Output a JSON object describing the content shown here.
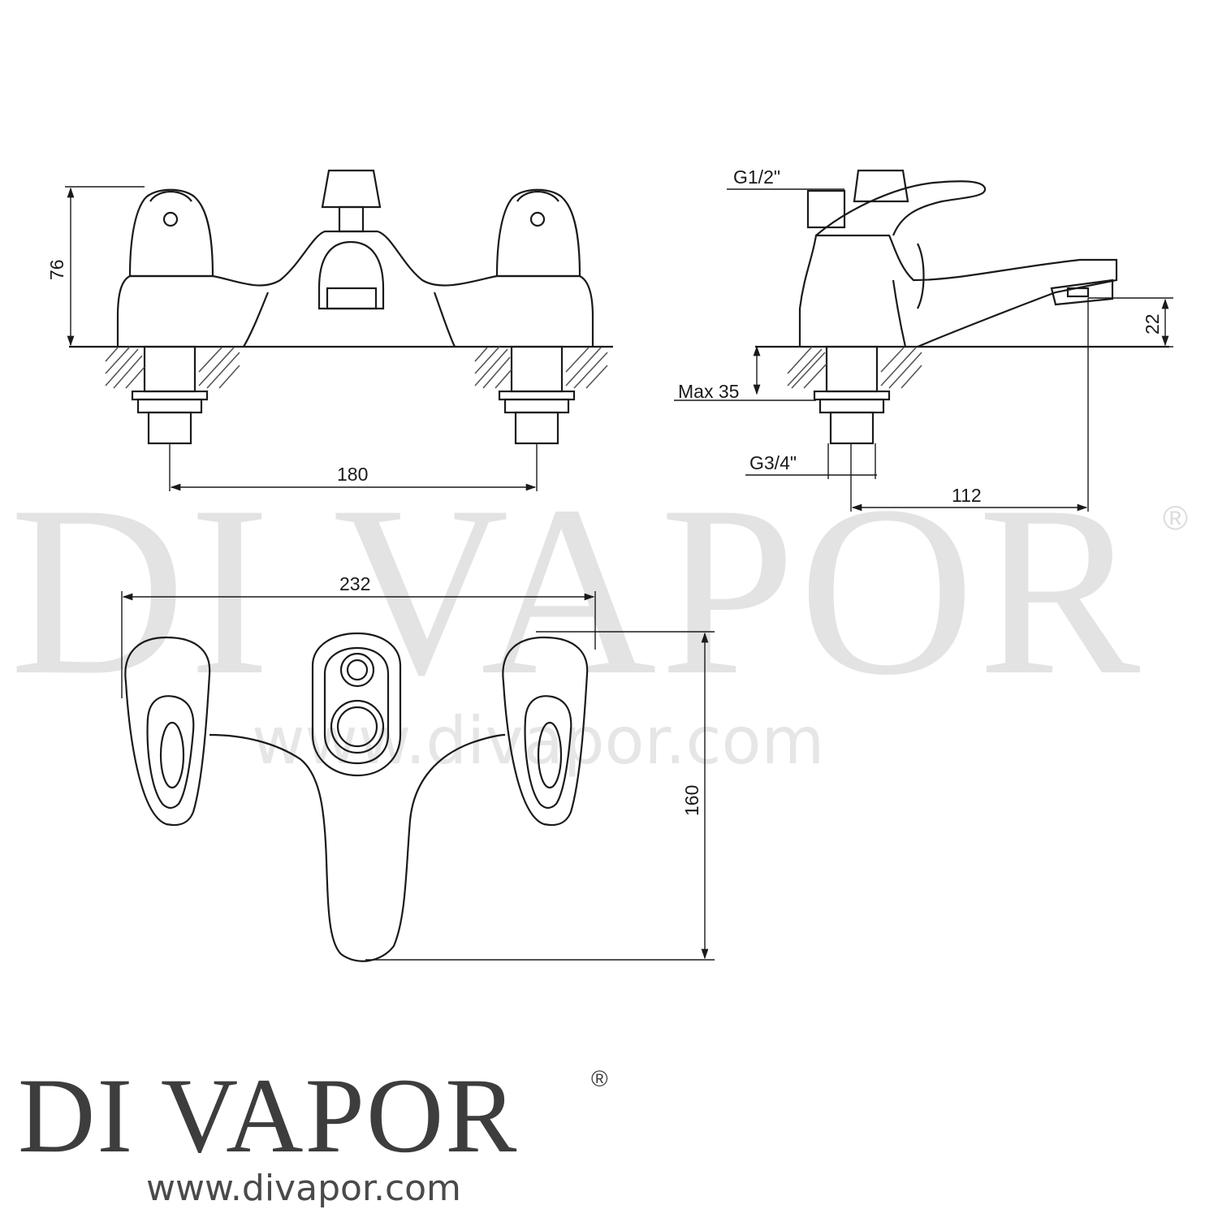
{
  "watermark": {
    "brand": "DI VAPOR",
    "registered": "®",
    "url": "www.divapor.com"
  },
  "dimensions": {
    "height": "76",
    "spacing": "180",
    "width": "232",
    "depth": "160",
    "inlet_thread": "G1/2\"",
    "deck_thickness": "Max 35",
    "outlet_thread": "G3/4\"",
    "spout_height": "22",
    "spout_reach": "112"
  },
  "footer": {
    "brand": "DI VAPOR",
    "registered": "®",
    "url": "www.divapor.com"
  },
  "colors": {
    "line": "#1a1a1a",
    "watermark": "#e3e3e3",
    "brand": "#3d3d3d"
  }
}
